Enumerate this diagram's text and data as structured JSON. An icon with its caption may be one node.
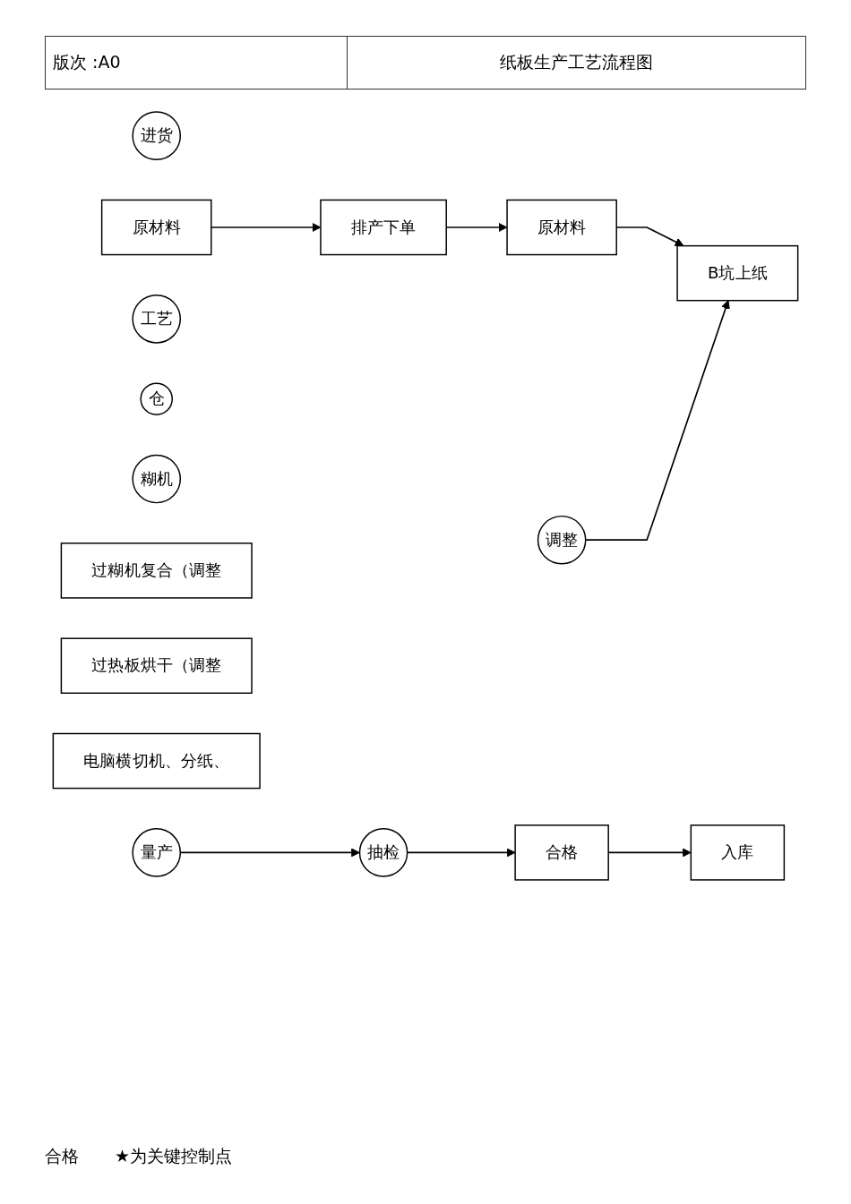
{
  "diagram": {
    "title": "纸板生产工艺流程图",
    "nodes": [
      {
        "text": [
          "进货"
        ]
      },
      {
        "text": [
          "原材料"
        ]
      },
      {
        "text": [
          "工艺"
        ]
      },
      {
        "text": [
          "排产下单"
        ]
      },
      {
        "text": [
          "仓"
        ]
      },
      {
        "text": [
          "原材料"
        ]
      },
      {
        "text": [
          "调整"
        ]
      },
      {
        "text": [
          "糊机"
        ]
      },
      {
        "text": [
          "B坑上纸"
        ]
      },
      {
        "text": [
          "过糊机复合（调整"
        ]
      },
      {
        "text": [
          "过热板烘干（调整"
        ]
      },
      {
        "text": [
          "电脑横切机、分纸、"
        ]
      },
      {
        "text": [
          "入库"
        ]
      },
      {
        "text": [
          "合格"
        ]
      },
      {
        "text": [
          "抽检"
        ]
      },
      {
        "text": [
          "量产"
        ]
      }
    ],
    "edges": [
      {
        "from": 1,
        "to": 3,
        "arrow": "to"
      },
      {
        "from": 3,
        "to": 5,
        "arrow": "to"
      },
      {
        "from": 5,
        "to": 8,
        "arrow": "to"
      },
      {
        "from": 6,
        "to": 8,
        "arrow": "to"
      },
      {
        "from": 15,
        "to": 14,
        "arrow": "to"
      },
      {
        "from": 14,
        "to": 13,
        "arrow": "to"
      },
      {
        "from": 13,
        "to": 12,
        "arrow": "to"
      }
    ],
    "labels": [
      "版次 :A0",
      "合格",
      "★为关键控制点"
    ]
  }
}
